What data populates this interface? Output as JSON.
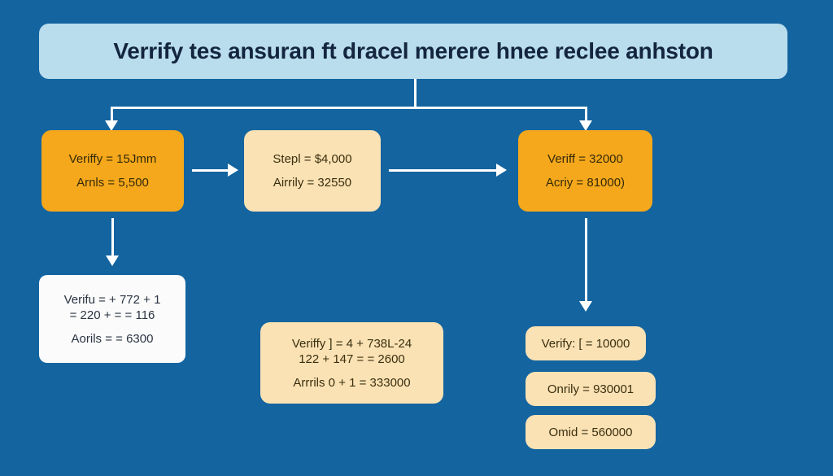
{
  "diagram": {
    "background_color": "#1464a0",
    "title": {
      "text": "Verrify tes ansuran ft dracel merere hnee reclee anhston",
      "background_color": "#b9ddec",
      "text_color": "#14253f"
    },
    "nodes": {
      "step1": {
        "fill": "#f5a81b",
        "lines": [
          "Veriffy = 15Jmm",
          "Arnls = 5,500"
        ]
      },
      "step2": {
        "fill": "#fae2b4",
        "lines": [
          "Stepl = $4,000",
          "Airrily = 32550"
        ]
      },
      "step3": {
        "fill": "#f5a81b",
        "lines": [
          "Veriff = 32000",
          "Acriy = 81000)"
        ]
      },
      "detail_left": {
        "fill": "#fbfbfb",
        "lines": [
          "Verifu = + 772 + 1",
          "= 220 + = = 116",
          "Aorils = = 6300"
        ]
      },
      "detail_center": {
        "fill": "#fae2b4",
        "lines": [
          "Veriffy ] = 4 + 738L-24",
          "122 + 147 = = 2600",
          "Arrrils 0 + 1 = 333000"
        ]
      },
      "result1": {
        "fill": "#fae2b4",
        "lines": [
          "Verify: [ = 10000"
        ]
      },
      "result2": {
        "fill": "#fae2b4",
        "lines": [
          "Onrily = 930001"
        ]
      },
      "result3": {
        "fill": "#fae2b4",
        "lines": [
          "Omid = 560000"
        ]
      }
    },
    "connectors": {
      "color": "#ffffff"
    }
  }
}
